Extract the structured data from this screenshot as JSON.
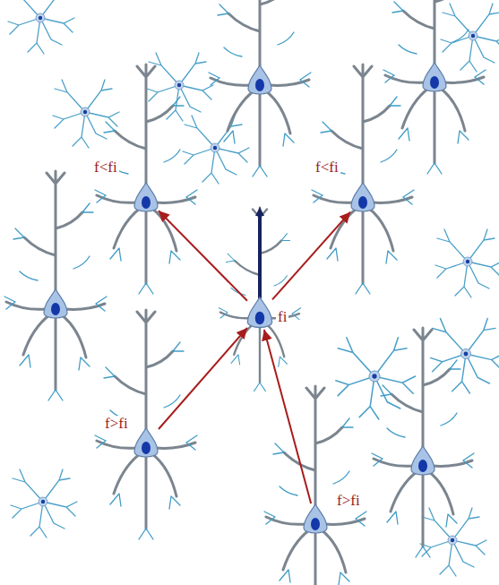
{
  "diagram": {
    "nodes": [
      {
        "text": [
          "f<fi"
        ]
      },
      {
        "text": [
          "f<fi"
        ]
      },
      {
        "text": [
          "fi"
        ]
      },
      {
        "text": [
          "f>fi"
        ]
      },
      {
        "text": [
          "f>fi"
        ]
      }
    ],
    "edges": [
      {
        "from": 2,
        "to": 0,
        "arrow": "to"
      },
      {
        "from": 2,
        "to": 1,
        "arrow": "to"
      },
      {
        "from": 3,
        "to": 2,
        "arrow": "to"
      },
      {
        "from": 4,
        "to": 2,
        "arrow": "to"
      }
    ]
  }
}
